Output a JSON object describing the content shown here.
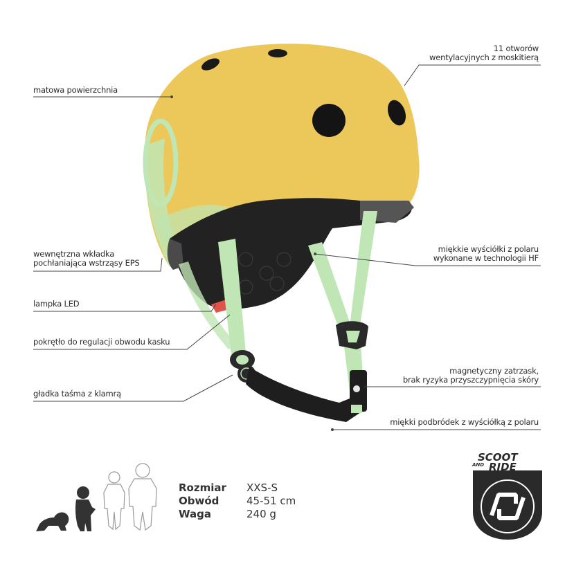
{
  "product": {
    "type": "children's bike helmet",
    "shell_color": "#ecc85a",
    "strap_color": "#bfe6b4",
    "padding_color": "#1e1e1e"
  },
  "callouts": {
    "left": [
      {
        "id": "matte",
        "text": "matowa powierzchnia"
      },
      {
        "id": "eps",
        "line1": "wewnętrzna wkładka",
        "line2": "pochłaniająca wstrząsy EPS"
      },
      {
        "id": "led",
        "text": "lampka LED"
      },
      {
        "id": "dial",
        "text": "pokrętło do regulacji obwodu kasku"
      },
      {
        "id": "strap",
        "text": "gładka taśma z klamrą"
      }
    ],
    "right": [
      {
        "id": "vents",
        "line1": "11 otworów",
        "line2": "wentylacyjnych z moskitierą"
      },
      {
        "id": "pads",
        "line1": "miękkie wyściółki z polaru",
        "line2": "wykonane w technologii HF"
      },
      {
        "id": "magnet",
        "line1": "magnetyczny zatrzask,",
        "line2": "brak  ryzyka przyszczypnięcia skóry"
      },
      {
        "id": "chin",
        "text": "miękki podbródek z wyściółką z polaru"
      }
    ]
  },
  "specs": [
    {
      "key": "Rozmiar",
      "value": "XXS-S"
    },
    {
      "key": "Obwód",
      "value": "45-51 cm"
    },
    {
      "key": "Waga",
      "value": "240 g"
    }
  ],
  "age_icons": [
    "crawling-baby",
    "toddler",
    "child-outline",
    "older-child-outline"
  ],
  "logo": {
    "line1": "SCOOT",
    "and": "AND",
    "line2": "RIDE"
  }
}
